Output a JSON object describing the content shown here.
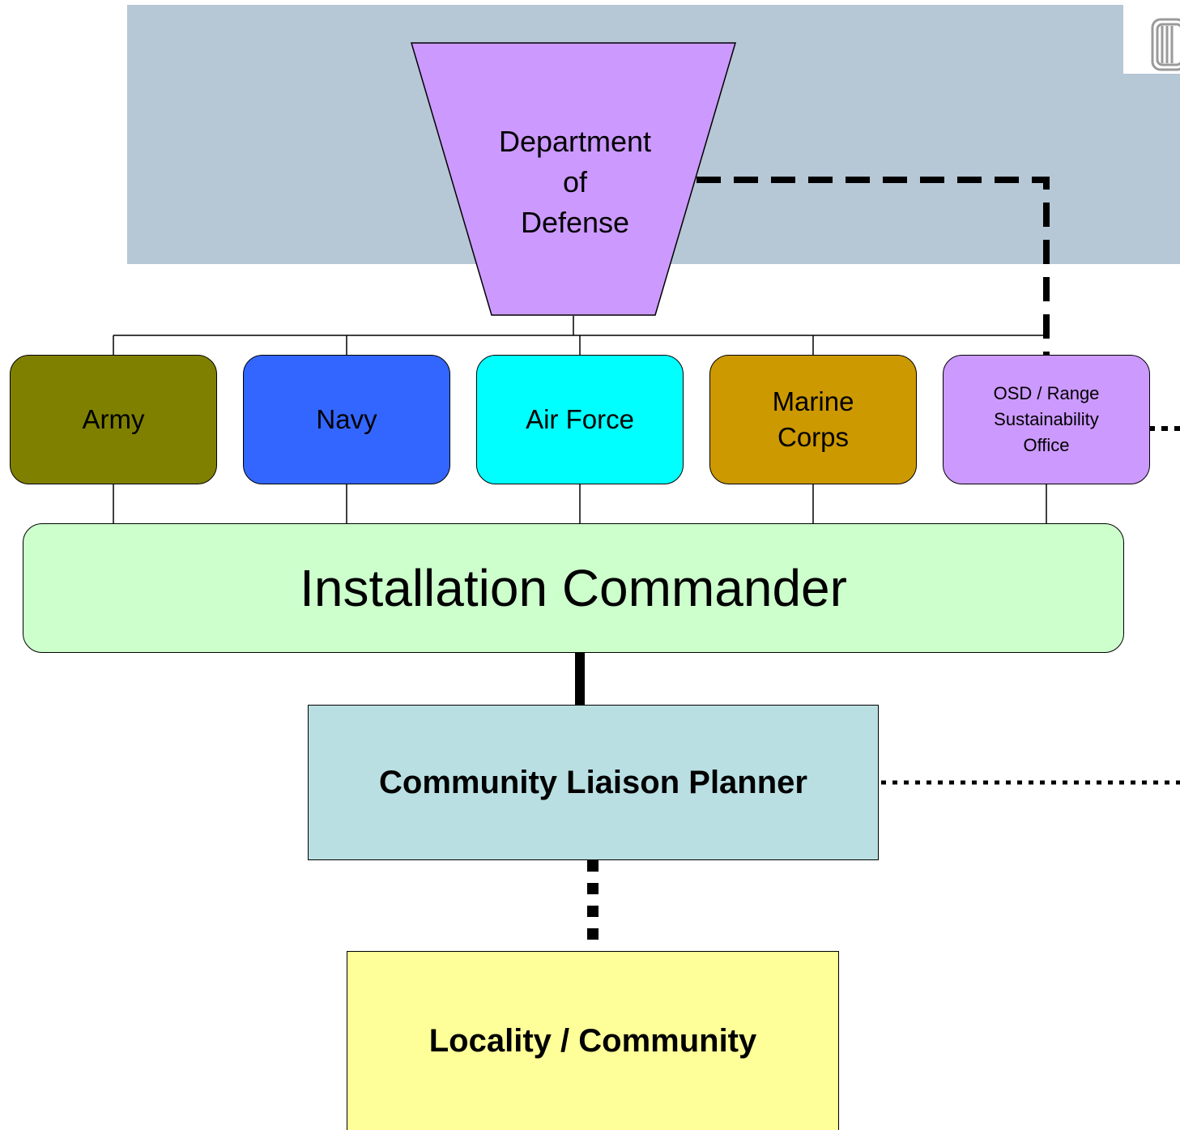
{
  "nodes": {
    "dod": {
      "label_lines": [
        "Department",
        "of",
        "Defense"
      ],
      "color": "#cc99ff"
    },
    "branches": [
      {
        "id": "army",
        "label_lines": [
          "Army"
        ],
        "color": "#808000"
      },
      {
        "id": "navy",
        "label_lines": [
          "Navy"
        ],
        "color": "#3366ff"
      },
      {
        "id": "air-force",
        "label_lines": [
          "Air Force"
        ],
        "color": "#00ffff"
      },
      {
        "id": "marine-corps",
        "label_lines": [
          "Marine",
          "Corps"
        ],
        "color": "#cc9900"
      },
      {
        "id": "osd-rso",
        "label_lines": [
          "OSD / Range",
          "Sustainability",
          "Office"
        ],
        "color": "#cc99ff"
      }
    ],
    "commander": {
      "label": "Installation Commander",
      "color": "#ccffcc"
    },
    "planner": {
      "label": "Community Liaison Planner",
      "color": "#b9dfe2"
    },
    "locality": {
      "label": "Locality / Community",
      "color": "#ffff99"
    }
  },
  "colors": {
    "header_band": "#b6c7d5",
    "connector": "#000000"
  }
}
